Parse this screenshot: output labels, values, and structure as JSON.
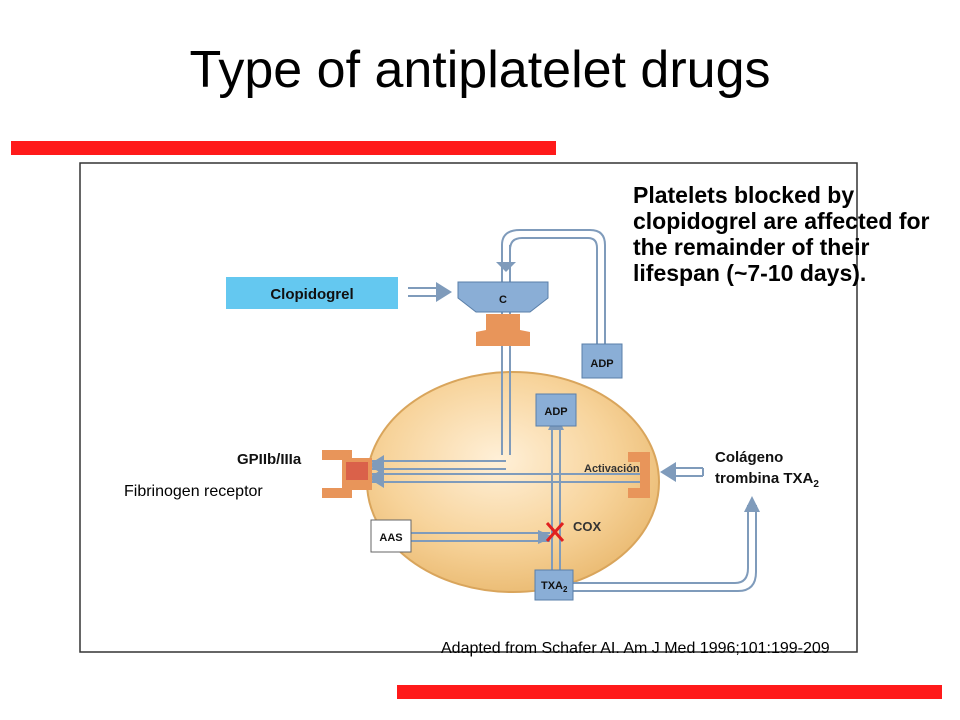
{
  "title": "Type of antiplatelet drugs",
  "note": "Platelets blocked by clopidogrel are affected for the remainder of their lifespan (~7-10 days).",
  "source": "Adapted from Schafer AI. Am J Med 1996;101:199-209",
  "diagram": {
    "clopidogrel": "Clopidogrel",
    "receptor_c": "C",
    "adp_top": "ADP",
    "adp_mid": "ADP",
    "gp_label": "GPIIb/IIIa",
    "fibrinogen_label": "Fibrinogen receptor",
    "activation": "Activación",
    "colageno": "Colágeno",
    "trombina": "trombina TXA",
    "trombina_sub": "2",
    "cox": "COX",
    "aas": "AAS",
    "txa": "TXA",
    "txa_sub": "2"
  },
  "colors": {
    "accent_red": "#ff1a1a",
    "clopidogrel_fill": "#64c8f0",
    "receptor_blue": "#8aaed6",
    "receptor_orange": "#e8955a",
    "cell_fill": "#f5cf8e",
    "inhibition_x": "#e02020"
  }
}
